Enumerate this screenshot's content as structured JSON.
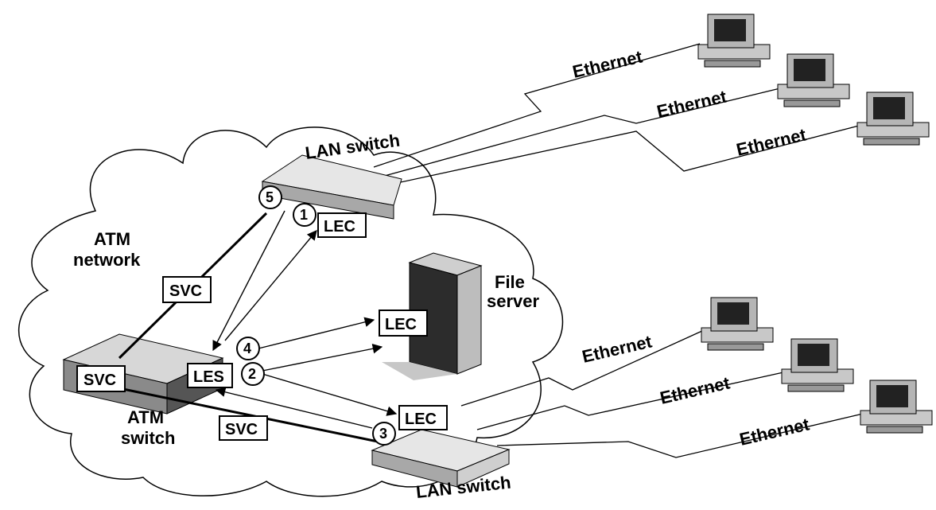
{
  "labels": {
    "atm_network_line1": "ATM",
    "atm_network_line2": "network",
    "atm_switch_line1": "ATM",
    "atm_switch_line2": "switch",
    "file_server_line1": "File",
    "file_server_line2": "server",
    "lan_switch_top": "LAN switch",
    "lan_switch_bottom": "LAN switch"
  },
  "ethernet_labels": [
    "Ethernet",
    "Ethernet",
    "Ethernet",
    "Ethernet",
    "Ethernet",
    "Ethernet"
  ],
  "boxes": {
    "svc_top": "SVC",
    "svc_switch": "SVC",
    "svc_bottom": "SVC",
    "les": "LES",
    "lec_top": "LEC",
    "lec_server": "LEC",
    "lec_bottom": "LEC"
  },
  "steps": [
    "1",
    "2",
    "3",
    "4",
    "5"
  ]
}
